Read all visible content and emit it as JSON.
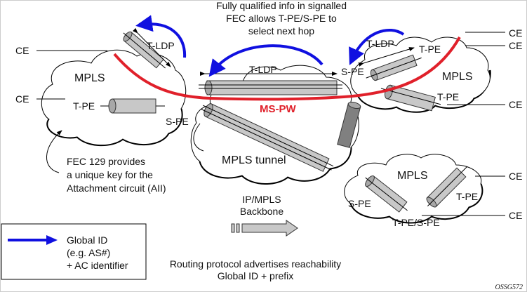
{
  "title_note": [
    "Fully qualified info in signalled",
    "FEC allows T-PE/S-PE to",
    "select next hop"
  ],
  "left_cloud": {
    "label": "MPLS",
    "tpe": "T-PE",
    "tldp": "T-LDP",
    "ce_top": "CE",
    "ce_bottom": "CE",
    "spe": "S-PE"
  },
  "center": {
    "tldp": "T-LDP",
    "mspw": "MS-PW",
    "tunnel": "MPLS tunnel",
    "spe_right": "S-PE"
  },
  "right_cloud": {
    "label": "MPLS",
    "tldp": "T-LDP",
    "tpe_top": "T-PE",
    "tpe_bottom": "T-PE",
    "ce1": "CE",
    "ce2": "CE",
    "ce3": "CE"
  },
  "fec_note": [
    "FEC 129 provides",
    "a unique key for the",
    "Attachment circuit (AII)"
  ],
  "backbone": [
    "IP/MPLS",
    "Backbone"
  ],
  "lower_cloud": {
    "label": "MPLS",
    "spe": "S-PE",
    "tpe": "T-PE",
    "tpe_spe": "T-PE/S-PE",
    "ce1": "CE",
    "ce2": "CE"
  },
  "legend": {
    "lines": [
      "Global ID",
      "(e.g. AS#)",
      "+ AC identifier"
    ]
  },
  "routing_note": [
    "Routing protocol advertises reachability",
    "Global ID + prefix"
  ],
  "figure_id": "OSSG572",
  "colors": {
    "blue_arrow": "#1010e0",
    "ms_pw": "#e0202a",
    "tube": "#c8c8c8"
  }
}
